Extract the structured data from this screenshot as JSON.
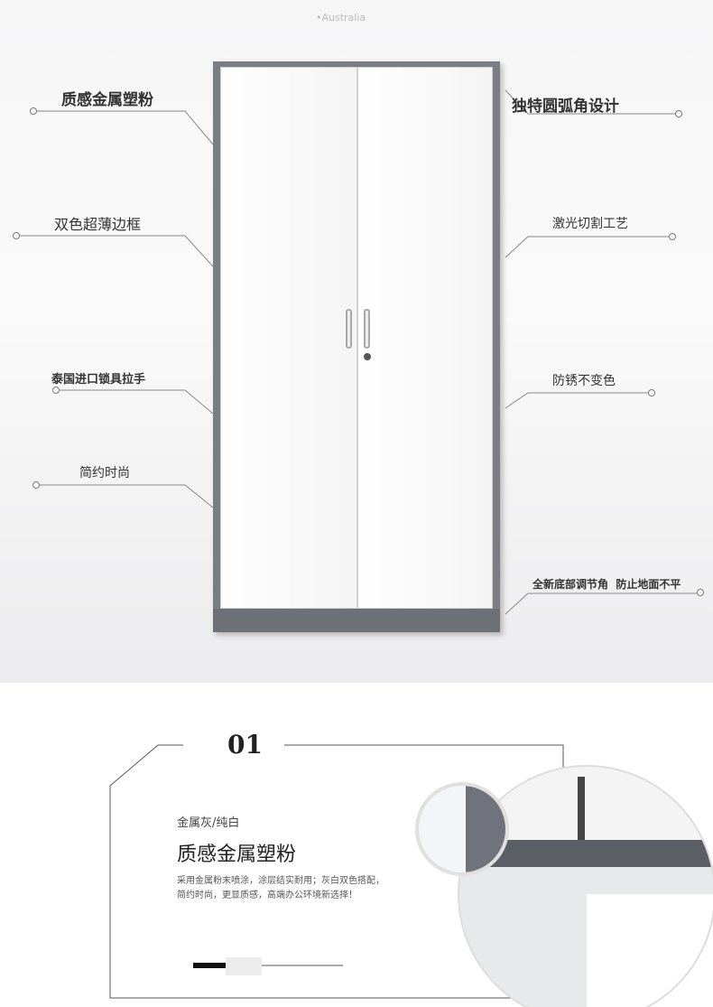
{
  "map_label": "•Australia",
  "features_left": [
    "质感金属塑粉",
    "双色超薄边框",
    "泰国进口锁具拉手",
    "简约时尚"
  ],
  "features_right": [
    "独特圆弧角设计",
    "激光切割工艺",
    "防锈不变色",
    "全新底部调节角  防止地面不平"
  ],
  "section": {
    "number": "01",
    "subtitle": "金属灰/纯白",
    "title": "质感金属塑粉",
    "description": "采用金属粉末喷涂，涂层结实耐用；灰白双色搭配，简约时尚，更显质感，高端办公环境新选择！"
  },
  "colors": {
    "frame": "#7b7d85",
    "door": "#ffffff"
  }
}
